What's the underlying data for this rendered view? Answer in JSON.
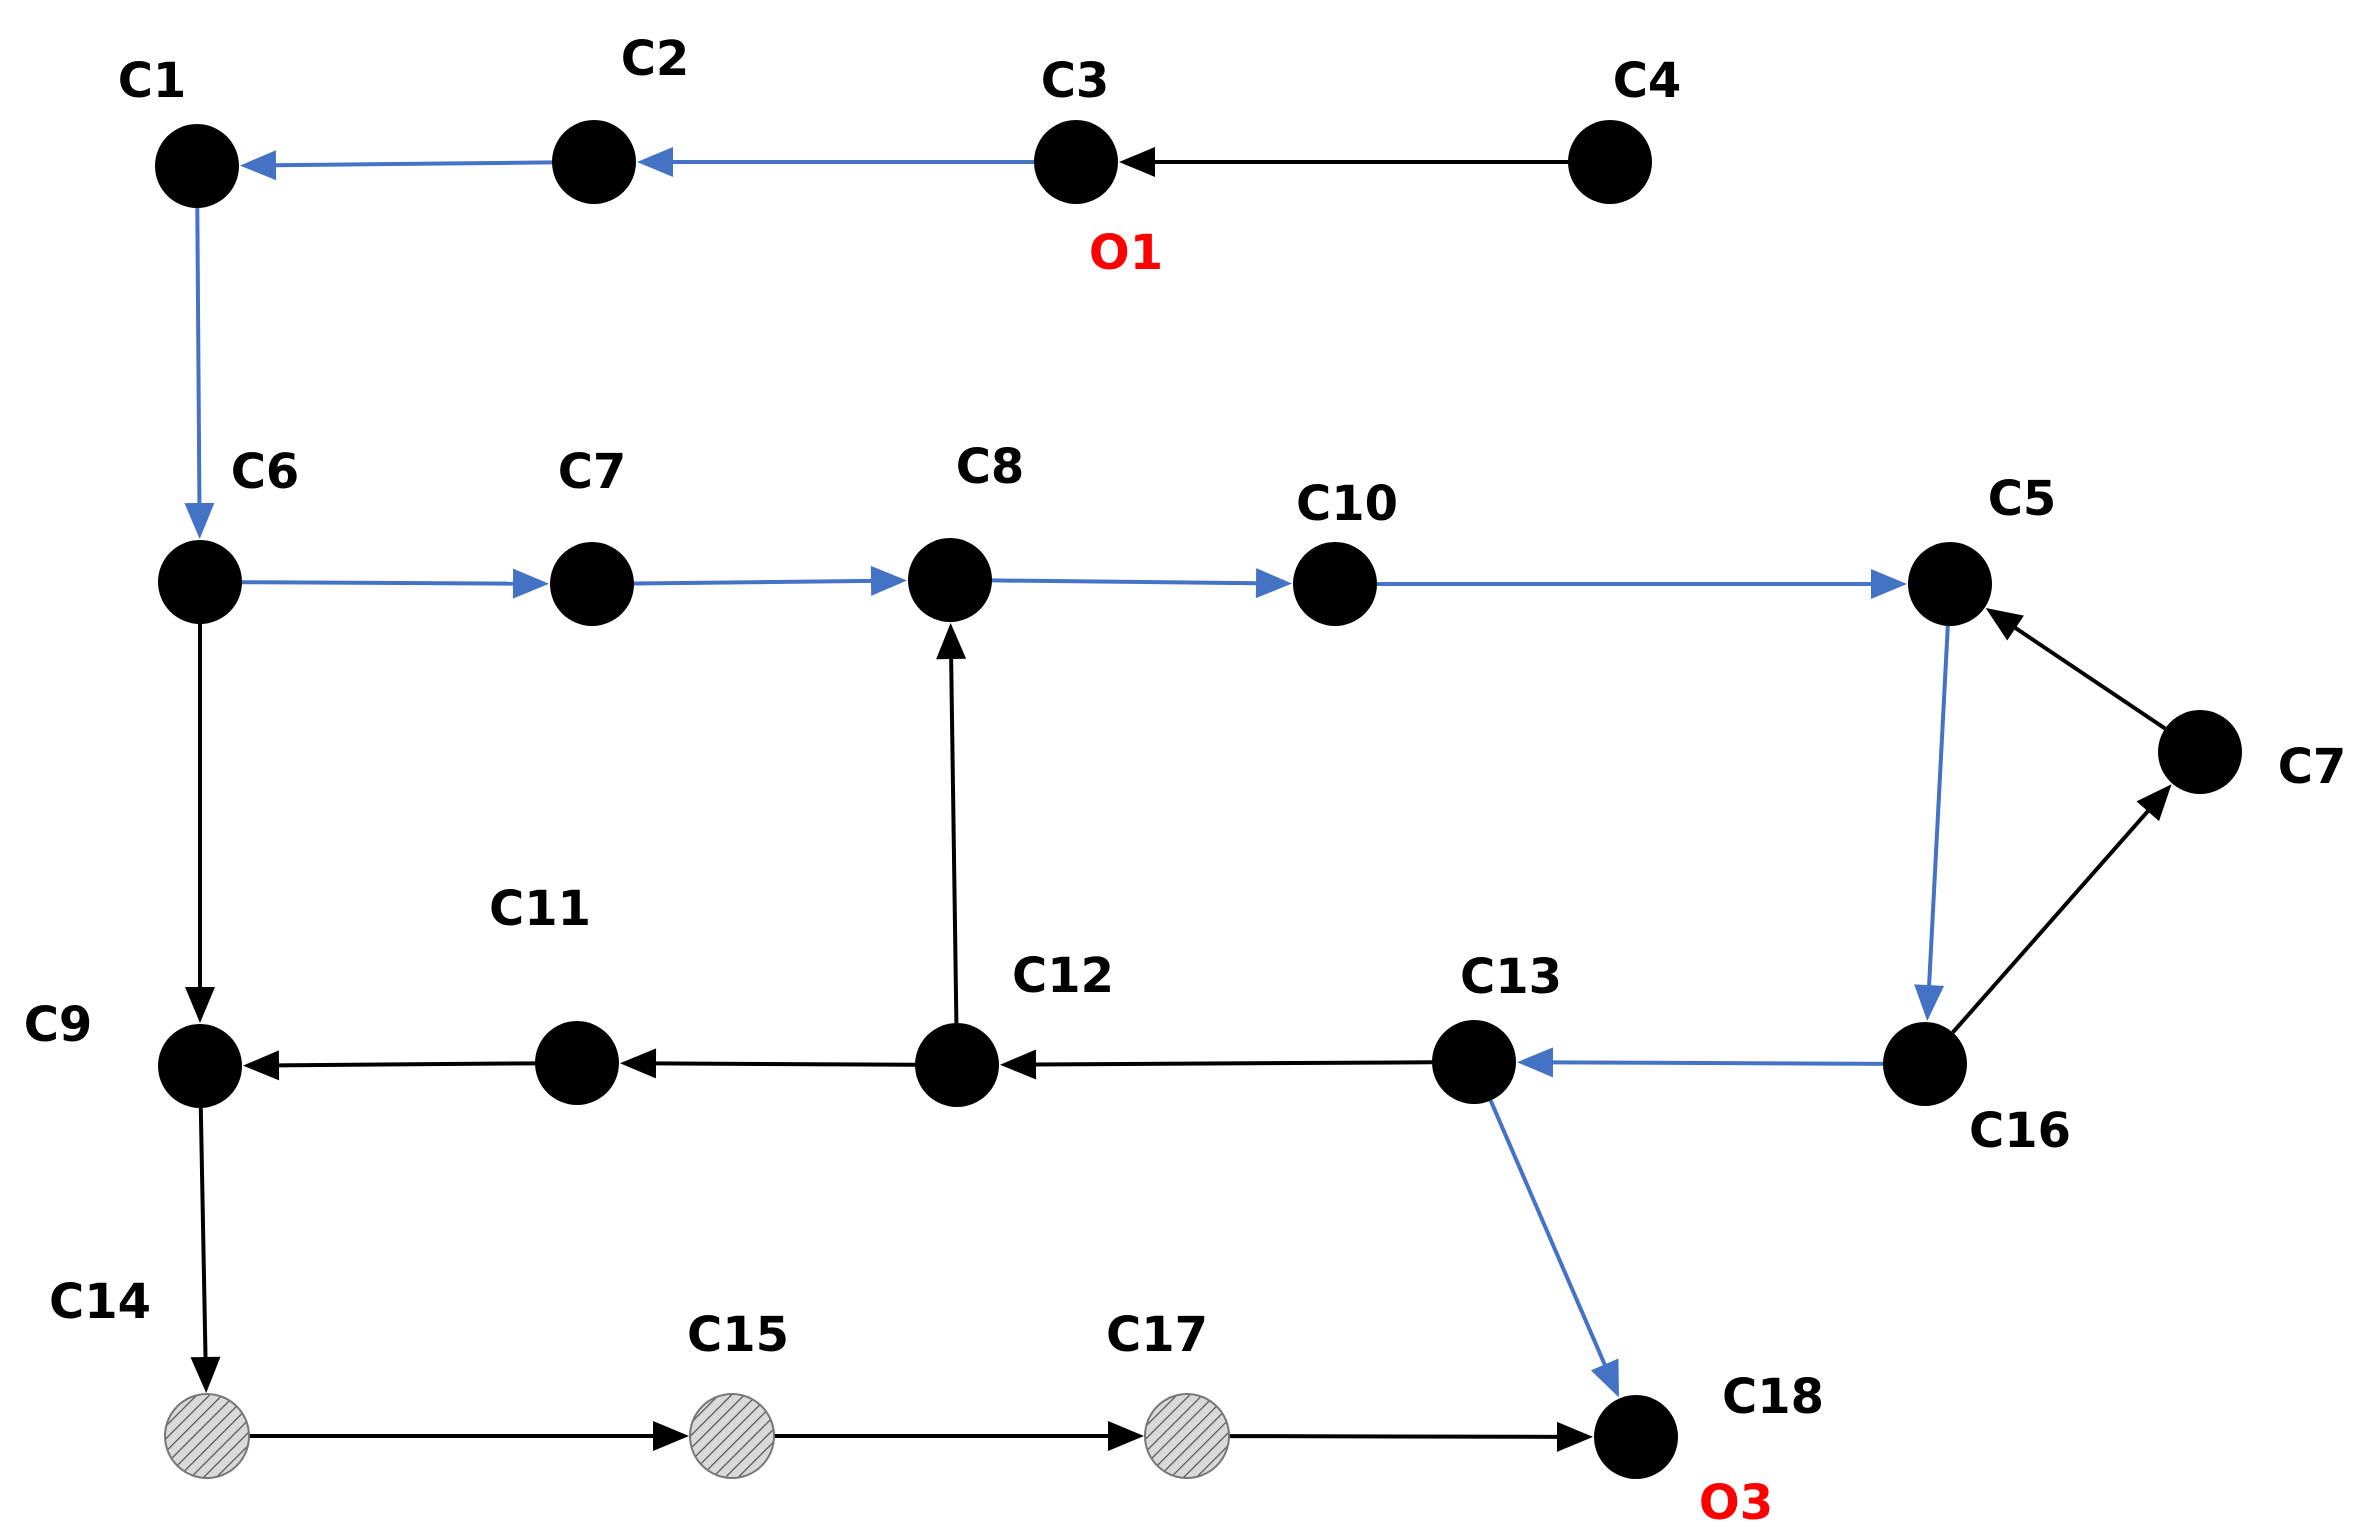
{
  "colors": {
    "path_edge": "#4472C4",
    "plain_edge": "#000000",
    "node_fill": "#000000",
    "hatched_fill": "#d9d9d9",
    "origin_label": "#ff0000"
  },
  "nodes": [
    {
      "id": "c1",
      "label": "C1",
      "style": "solid"
    },
    {
      "id": "c2",
      "label": "C2",
      "style": "solid"
    },
    {
      "id": "c3",
      "label": "C3",
      "style": "solid"
    },
    {
      "id": "c4",
      "label": "C4",
      "style": "solid"
    },
    {
      "id": "c6",
      "label": "C6",
      "style": "solid"
    },
    {
      "id": "c7a",
      "label": "C7",
      "style": "solid"
    },
    {
      "id": "c8",
      "label": "C8",
      "style": "solid"
    },
    {
      "id": "c10",
      "label": "C10",
      "style": "solid"
    },
    {
      "id": "c5",
      "label": "C5",
      "style": "solid"
    },
    {
      "id": "c7b",
      "label": "C7",
      "style": "solid"
    },
    {
      "id": "c11",
      "label": "C11",
      "style": "solid"
    },
    {
      "id": "c12",
      "label": "C12",
      "style": "solid"
    },
    {
      "id": "c13",
      "label": "C13",
      "style": "solid"
    },
    {
      "id": "c9",
      "label": "C9",
      "style": "solid"
    },
    {
      "id": "c16",
      "label": "C16",
      "style": "solid"
    },
    {
      "id": "c14",
      "label": "C14",
      "style": "hatched"
    },
    {
      "id": "c15",
      "label": "C15",
      "style": "hatched"
    },
    {
      "id": "c17",
      "label": "C17",
      "style": "hatched"
    },
    {
      "id": "c18",
      "label": "C18",
      "style": "solid"
    }
  ],
  "edges": [
    {
      "from": "c4",
      "to": "c3",
      "kind": "plain"
    },
    {
      "from": "c3",
      "to": "c2",
      "kind": "path"
    },
    {
      "from": "c2",
      "to": "c1",
      "kind": "path"
    },
    {
      "from": "c1",
      "to": "c6",
      "kind": "path"
    },
    {
      "from": "c6",
      "to": "c7a",
      "kind": "path"
    },
    {
      "from": "c7a",
      "to": "c8",
      "kind": "path"
    },
    {
      "from": "c8",
      "to": "c10",
      "kind": "path"
    },
    {
      "from": "c10",
      "to": "c5",
      "kind": "path"
    },
    {
      "from": "c5",
      "to": "c16",
      "kind": "path"
    },
    {
      "from": "c16",
      "to": "c7b",
      "kind": "plain"
    },
    {
      "from": "c7b",
      "to": "c5",
      "kind": "plain"
    },
    {
      "from": "c16",
      "to": "c13",
      "kind": "path"
    },
    {
      "from": "c13",
      "to": "c18",
      "kind": "path"
    },
    {
      "from": "c13",
      "to": "c12",
      "kind": "plain"
    },
    {
      "from": "c12",
      "to": "c8",
      "kind": "plain"
    },
    {
      "from": "c12",
      "to": "c11",
      "kind": "plain"
    },
    {
      "from": "c11",
      "to": "c9",
      "kind": "plain"
    },
    {
      "from": "c6",
      "to": "c9",
      "kind": "plain"
    },
    {
      "from": "c9",
      "to": "c14",
      "kind": "plain"
    },
    {
      "from": "c14",
      "to": "c15",
      "kind": "plain"
    },
    {
      "from": "c15",
      "to": "c17",
      "kind": "plain"
    },
    {
      "from": "c17",
      "to": "c18",
      "kind": "plain"
    }
  ],
  "origins": [
    {
      "id": "o1",
      "label": "O1",
      "node": "c3"
    },
    {
      "id": "o3",
      "label": "O3",
      "node": "c18"
    }
  ]
}
